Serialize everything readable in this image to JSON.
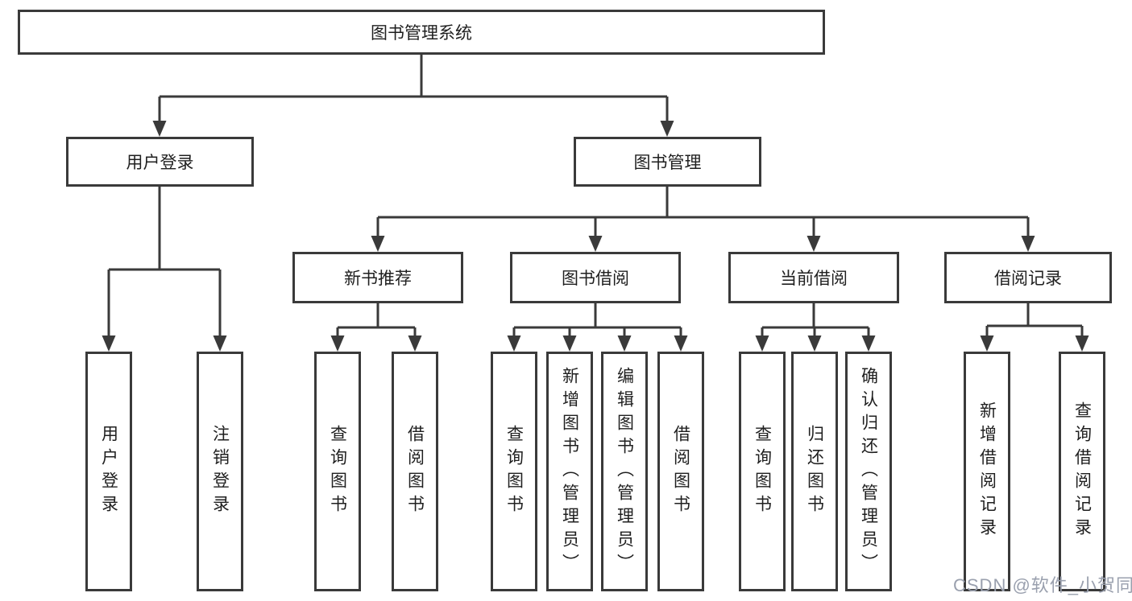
{
  "diagram": {
    "root": {
      "label": "图书管理系统"
    },
    "level2": [
      {
        "id": "user-login",
        "label": "用户登录"
      },
      {
        "id": "book-management",
        "label": "图书管理"
      }
    ],
    "level3": [
      {
        "id": "new-book-recommend",
        "label": "新书推荐"
      },
      {
        "id": "book-borrow",
        "label": "图书借阅"
      },
      {
        "id": "current-borrow",
        "label": "当前借阅"
      },
      {
        "id": "borrow-record",
        "label": "借阅记录"
      }
    ],
    "leaves": [
      {
        "parent": "user-login",
        "label": "用户登录"
      },
      {
        "parent": "user-login",
        "label": "注销登录"
      },
      {
        "parent": "new-book-recommend",
        "label": "查询图书"
      },
      {
        "parent": "new-book-recommend",
        "label": "借阅图书"
      },
      {
        "parent": "book-borrow",
        "label": "查询图书"
      },
      {
        "parent": "book-borrow",
        "label": "新增图书（管理员）"
      },
      {
        "parent": "book-borrow",
        "label": "编辑图书（管理员）"
      },
      {
        "parent": "book-borrow",
        "label": "借阅图书"
      },
      {
        "parent": "current-borrow",
        "label": "查询图书"
      },
      {
        "parent": "current-borrow",
        "label": "归还图书"
      },
      {
        "parent": "current-borrow",
        "label": "确认归还（管理员）"
      },
      {
        "parent": "borrow-record",
        "label": "新增借阅记录"
      },
      {
        "parent": "borrow-record",
        "label": "查询借阅记录"
      }
    ]
  },
  "watermark": {
    "text": "CSDN @软件_小贺同学"
  },
  "colors": {
    "line": "#3a3a3a",
    "text": "#1f1f1f",
    "watermark": "#9aa0ae",
    "background": "#ffffff"
  }
}
